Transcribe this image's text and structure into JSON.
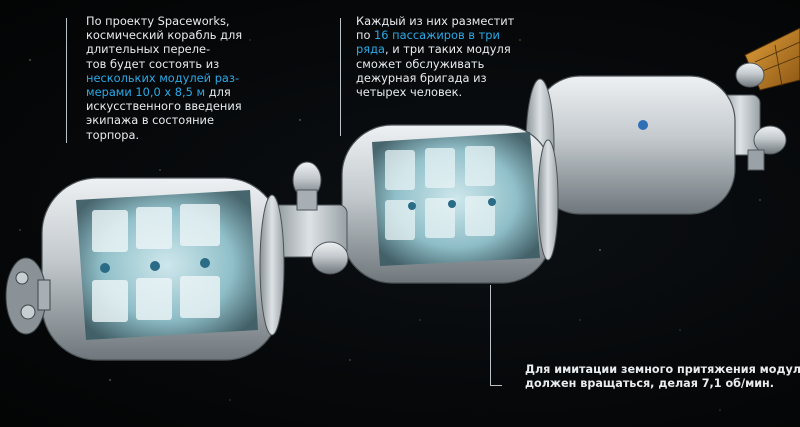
{
  "captions": {
    "left": [
      {
        "segments": [
          {
            "text": "По проекту Spaceworks,",
            "highlight": false
          }
        ]
      },
      {
        "segments": [
          {
            "text": "космический корабль для",
            "highlight": false
          }
        ]
      },
      {
        "segments": [
          {
            "text": "длительных переле-",
            "highlight": false
          }
        ]
      },
      {
        "segments": [
          {
            "text": "тов будет состоять из",
            "highlight": false
          }
        ]
      },
      {
        "segments": [
          {
            "text": "нескольких модулей раз-",
            "highlight": true
          }
        ]
      },
      {
        "segments": [
          {
            "text": "мерами 10,0 х 8,5 м",
            "highlight": true
          },
          {
            "text": " для",
            "highlight": false
          }
        ]
      },
      {
        "segments": [
          {
            "text": "искусственного введения",
            "highlight": false
          }
        ]
      },
      {
        "segments": [
          {
            "text": "экипажа в состояние",
            "highlight": false
          }
        ]
      },
      {
        "segments": [
          {
            "text": "торпора.",
            "highlight": false
          }
        ]
      }
    ],
    "center": [
      {
        "segments": [
          {
            "text": "Каждый из них разместит",
            "highlight": false
          }
        ]
      },
      {
        "segments": [
          {
            "text": "по ",
            "highlight": false
          },
          {
            "text": "16 пассажиров в три",
            "highlight": true
          }
        ]
      },
      {
        "segments": [
          {
            "text": "ряда",
            "highlight": true
          },
          {
            "text": ", и три таких модуля",
            "highlight": false
          }
        ]
      },
      {
        "segments": [
          {
            "text": "сможет обслуживать",
            "highlight": false
          }
        ]
      },
      {
        "segments": [
          {
            "text": "дежурная бригада из",
            "highlight": false
          }
        ]
      },
      {
        "segments": [
          {
            "text": "четырех человек.",
            "highlight": false
          }
        ]
      }
    ],
    "bottom": [
      {
        "segments": [
          {
            "text": "Для имитации земного притяжения модуль",
            "highlight": false
          }
        ]
      },
      {
        "segments": [
          {
            "text": "должен вращаться, делая 7,1 об/мин.",
            "highlight": false
          }
        ]
      }
    ]
  },
  "colors": {
    "background": "#050607",
    "text": "#e8ecef",
    "highlight": "#2ea9e6",
    "hull": "#c9ced2",
    "interior_glow": "#7fb8c4",
    "solar_panel": "#c07a1e"
  }
}
